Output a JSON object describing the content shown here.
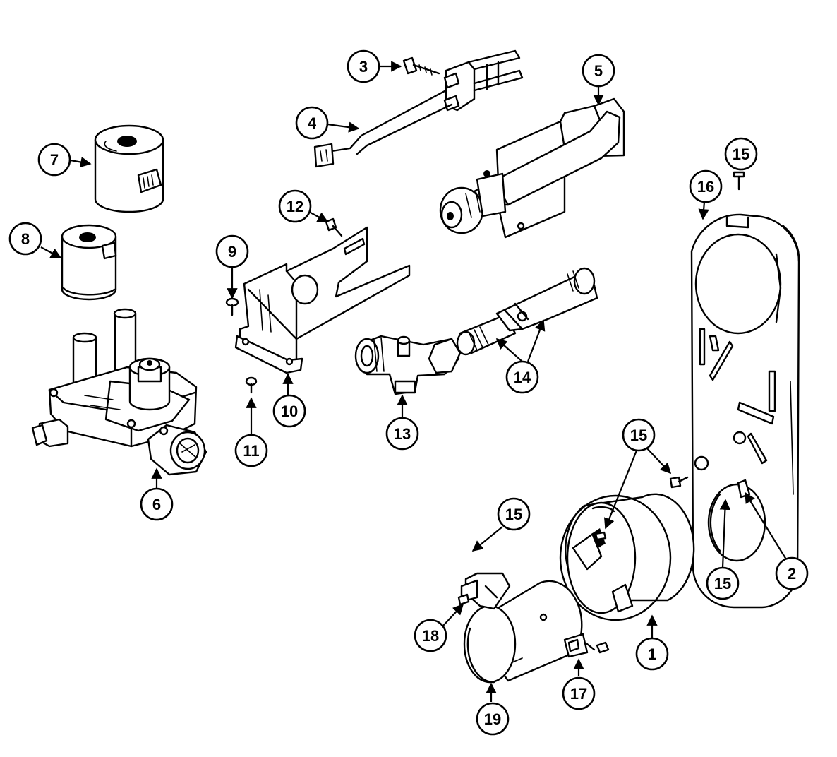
{
  "callouts": [
    {
      "id": "c1",
      "label": "1"
    },
    {
      "id": "c2",
      "label": "2"
    },
    {
      "id": "c3",
      "label": "3"
    },
    {
      "id": "c4",
      "label": "4"
    },
    {
      "id": "c5",
      "label": "5"
    },
    {
      "id": "c6",
      "label": "6"
    },
    {
      "id": "c7",
      "label": "7"
    },
    {
      "id": "c8",
      "label": "8"
    },
    {
      "id": "c9",
      "label": "9"
    },
    {
      "id": "c10",
      "label": "10"
    },
    {
      "id": "c11",
      "label": "11"
    },
    {
      "id": "c12",
      "label": "12"
    },
    {
      "id": "c13",
      "label": "13"
    },
    {
      "id": "c14",
      "label": "14"
    },
    {
      "id": "c15a",
      "label": "15"
    },
    {
      "id": "c15b",
      "label": "15"
    },
    {
      "id": "c15c",
      "label": "15"
    },
    {
      "id": "c15d",
      "label": "15"
    },
    {
      "id": "c16",
      "label": "16"
    },
    {
      "id": "c17",
      "label": "17"
    },
    {
      "id": "c18",
      "label": "18"
    },
    {
      "id": "c19",
      "label": "19"
    }
  ]
}
